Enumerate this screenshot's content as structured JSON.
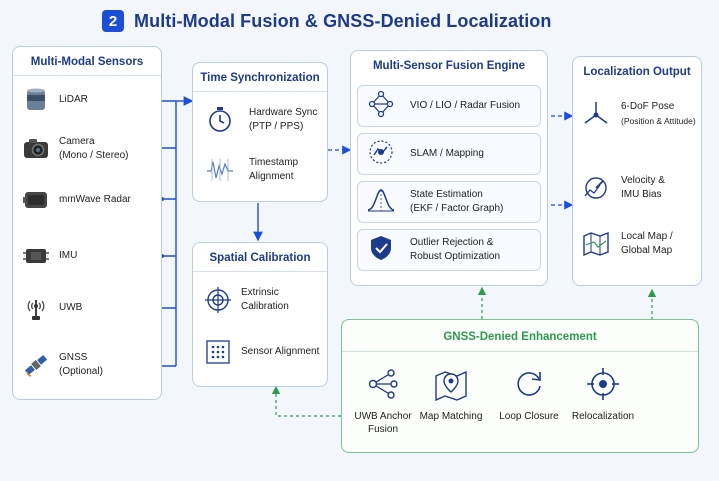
{
  "title": {
    "number": "2",
    "text": "Multi-Modal Fusion & GNSS-Denied Localization"
  },
  "sensors": {
    "title": "Multi-Modal Sensors",
    "items": [
      {
        "name": "LiDAR",
        "sub": ""
      },
      {
        "name": "Camera",
        "sub": "(Mono / Stereo)"
      },
      {
        "name": "mmWave Radar",
        "sub": ""
      },
      {
        "name": "IMU",
        "sub": ""
      },
      {
        "name": "UWB",
        "sub": ""
      },
      {
        "name": "GNSS",
        "sub": "(Optional)"
      }
    ]
  },
  "time_sync": {
    "title": "Time Synchronization",
    "items": [
      {
        "line1": "Hardware Sync",
        "line2": "(PTP / PPS)"
      },
      {
        "line1": "Timestamp",
        "line2": "Alignment"
      }
    ]
  },
  "spatial_cal": {
    "title": "Spatial Calibration",
    "items": [
      {
        "line1": "Extrinsic Calibration",
        "line2": ""
      },
      {
        "line1": "Sensor Alignment",
        "line2": ""
      }
    ]
  },
  "engine": {
    "title": "Multi-Sensor Fusion Engine",
    "items": [
      {
        "line1": "VIO / LIO / Radar Fusion",
        "line2": ""
      },
      {
        "line1": "SLAM / Mapping",
        "line2": ""
      },
      {
        "line1": "State Estimation",
        "line2": "(EKF / Factor Graph)"
      },
      {
        "line1": "Outlier Rejection &",
        "line2": "Robust Optimization"
      }
    ]
  },
  "output": {
    "title": "Localization Output",
    "items": [
      {
        "line1": "6-DoF Pose",
        "line2": "(Position & Attitude)"
      },
      {
        "line1": "Velocity &",
        "line2": "IMU Bias"
      },
      {
        "line1": "Local Map /",
        "line2": "Global Map"
      }
    ]
  },
  "enhancement": {
    "title": "GNSS-Denied Enhancement",
    "items": [
      {
        "line1": "UWB Anchor",
        "line2": "Fusion"
      },
      {
        "line1": "Map Matching",
        "line2": ""
      },
      {
        "line1": "Loop Closure",
        "line2": ""
      },
      {
        "line1": "Relocalization",
        "line2": ""
      }
    ]
  },
  "colors": {
    "primary": "#1e3a8a",
    "accent": "#1d4ed8",
    "green": "#2e9b4f",
    "border": "#b9cce4"
  }
}
